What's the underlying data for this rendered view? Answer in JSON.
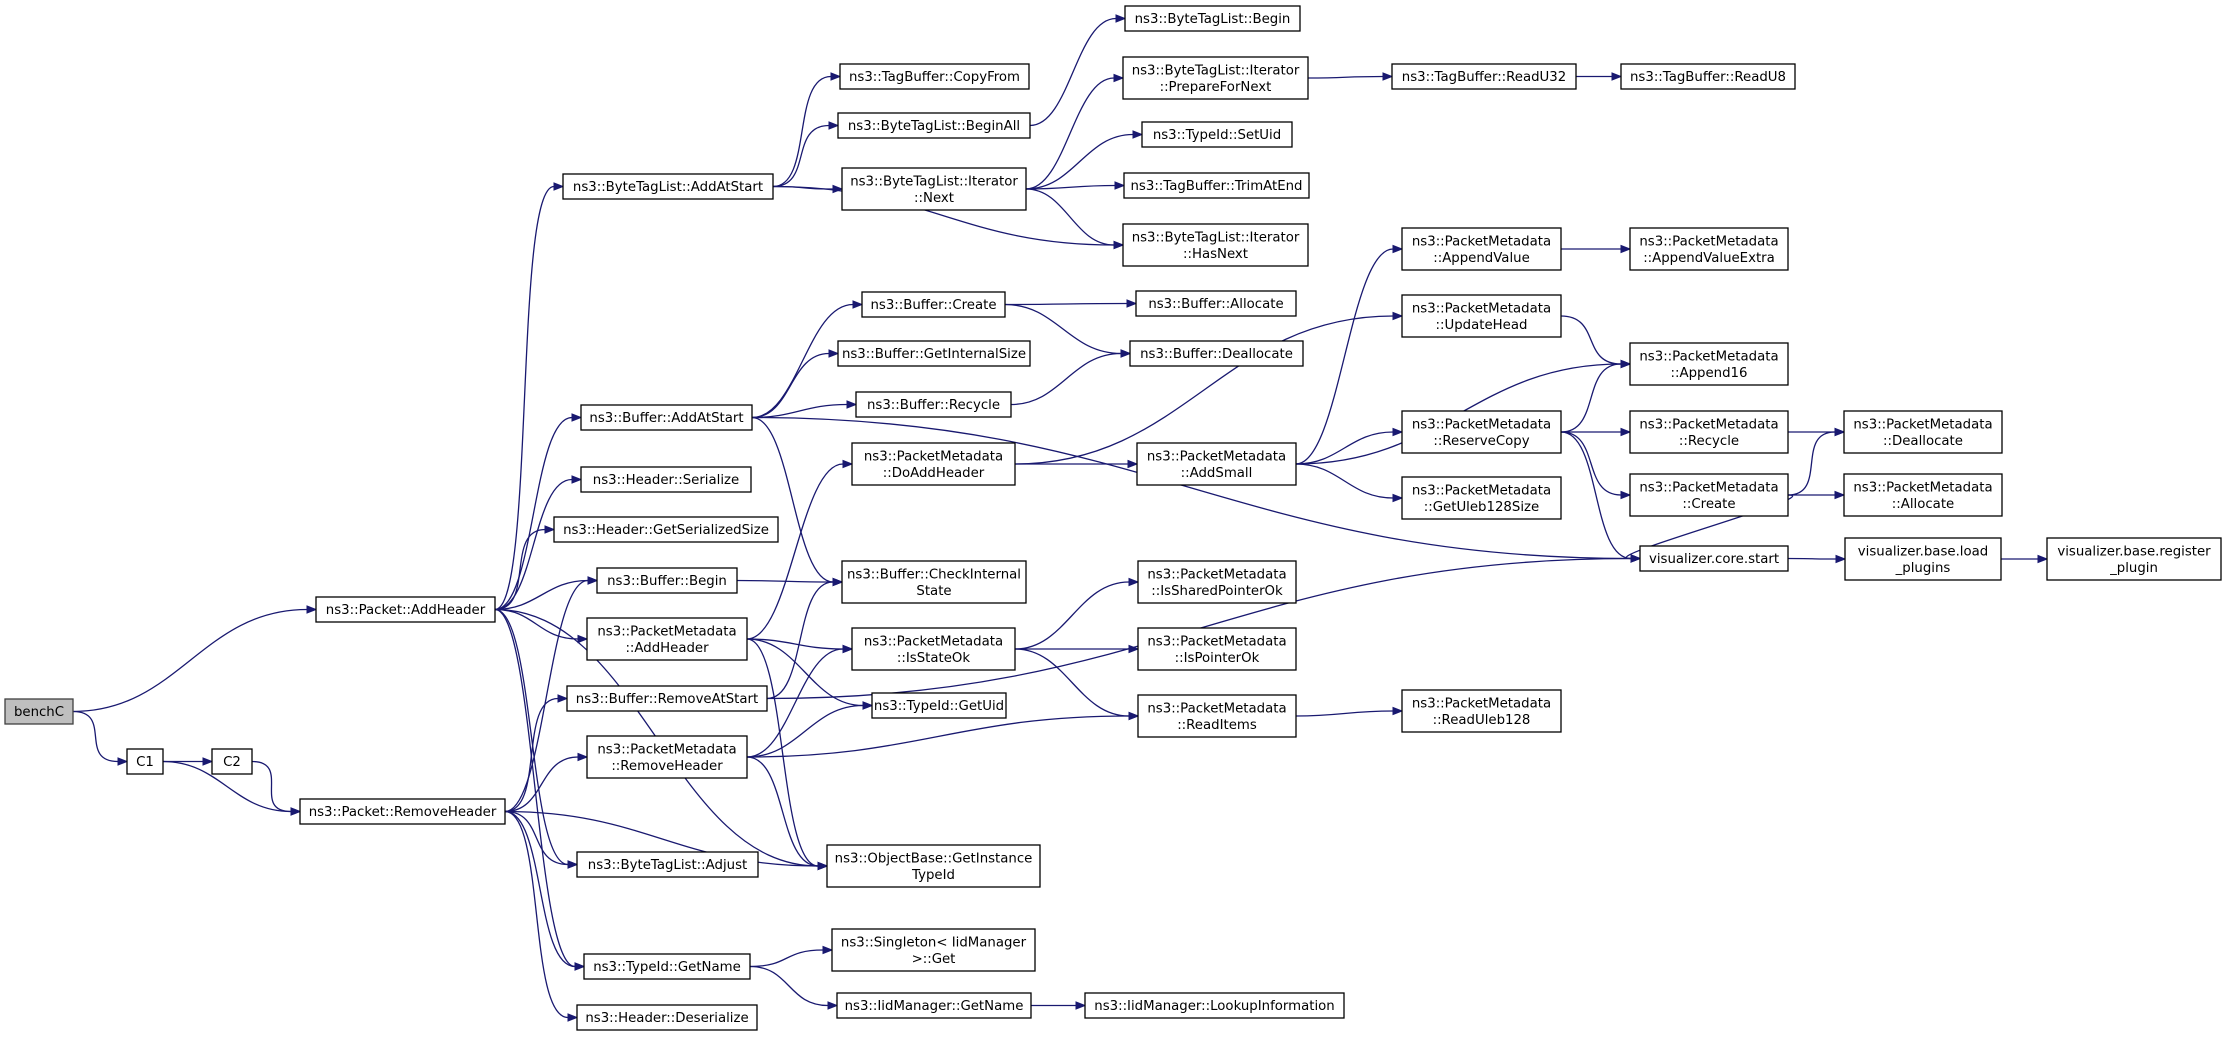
{
  "diagram": {
    "type": "call-graph",
    "colors": {
      "edge": "#191970",
      "root_fill": "#bfbfbf",
      "node_fill": "#ffffff"
    },
    "nodes": [
      {
        "id": "benchC",
        "lines": [
          "benchC"
        ],
        "root": true
      },
      {
        "id": "C1",
        "lines": [
          "C1"
        ]
      },
      {
        "id": "C2",
        "lines": [
          "C2"
        ]
      },
      {
        "id": "AddHeader",
        "lines": [
          "ns3::Packet::AddHeader"
        ]
      },
      {
        "id": "RemoveHeader",
        "lines": [
          "ns3::Packet::RemoveHeader"
        ]
      },
      {
        "id": "BTL_AddAtStart",
        "lines": [
          "ns3::ByteTagList::AddAtStart"
        ]
      },
      {
        "id": "Buf_AddAtStart",
        "lines": [
          "ns3::Buffer::AddAtStart"
        ]
      },
      {
        "id": "Hdr_Serialize",
        "lines": [
          "ns3::Header::Serialize"
        ]
      },
      {
        "id": "Hdr_GetSerSize",
        "lines": [
          "ns3::Header::GetSerializedSize"
        ]
      },
      {
        "id": "Buf_Begin",
        "lines": [
          "ns3::Buffer::Begin"
        ]
      },
      {
        "id": "PM_AddHeader",
        "lines": [
          "ns3::PacketMetadata",
          "::AddHeader"
        ]
      },
      {
        "id": "Buf_RemoveAtStart",
        "lines": [
          "ns3::Buffer::RemoveAtStart"
        ]
      },
      {
        "id": "PM_RemoveHeader",
        "lines": [
          "ns3::PacketMetadata",
          "::RemoveHeader"
        ]
      },
      {
        "id": "BTL_Adjust",
        "lines": [
          "ns3::ByteTagList::Adjust"
        ]
      },
      {
        "id": "TypeId_GetName",
        "lines": [
          "ns3::TypeId::GetName"
        ]
      },
      {
        "id": "Hdr_Deserialize",
        "lines": [
          "ns3::Header::Deserialize"
        ]
      },
      {
        "id": "TB_CopyFrom",
        "lines": [
          "ns3::TagBuffer::CopyFrom"
        ]
      },
      {
        "id": "BTL_BeginAll",
        "lines": [
          "ns3::ByteTagList::BeginAll"
        ]
      },
      {
        "id": "BTLI_Next",
        "lines": [
          "ns3::ByteTagList::Iterator",
          "::Next"
        ]
      },
      {
        "id": "Buf_Create",
        "lines": [
          "ns3::Buffer::Create"
        ]
      },
      {
        "id": "Buf_GetInternalSize",
        "lines": [
          "ns3::Buffer::GetInternalSize"
        ]
      },
      {
        "id": "Buf_Recycle",
        "lines": [
          "ns3::Buffer::Recycle"
        ]
      },
      {
        "id": "PM_DoAddHeader",
        "lines": [
          "ns3::PacketMetadata",
          "::DoAddHeader"
        ]
      },
      {
        "id": "Buf_CheckInternal",
        "lines": [
          "ns3::Buffer::CheckInternal",
          "State"
        ]
      },
      {
        "id": "PM_IsStateOk",
        "lines": [
          "ns3::PacketMetadata",
          "::IsStateOk"
        ]
      },
      {
        "id": "TypeId_GetUid",
        "lines": [
          "ns3::TypeId::GetUid"
        ]
      },
      {
        "id": "OB_GetInstanceTypeId",
        "lines": [
          "ns3::ObjectBase::GetInstance",
          "TypeId"
        ]
      },
      {
        "id": "Singleton_Get",
        "lines": [
          "ns3::Singleton< IidManager",
          " >::Get"
        ]
      },
      {
        "id": "IidMgr_GetName",
        "lines": [
          "ns3::IidManager::GetName"
        ]
      },
      {
        "id": "BTL_Begin",
        "lines": [
          "ns3::ByteTagList::Begin"
        ]
      },
      {
        "id": "BTLI_PrepareForNext",
        "lines": [
          "ns3::ByteTagList::Iterator",
          "::PrepareForNext"
        ]
      },
      {
        "id": "TypeId_SetUid",
        "lines": [
          "ns3::TypeId::SetUid"
        ]
      },
      {
        "id": "TB_TrimAtEnd",
        "lines": [
          "ns3::TagBuffer::TrimAtEnd"
        ]
      },
      {
        "id": "BTLI_HasNext",
        "lines": [
          "ns3::ByteTagList::Iterator",
          "::HasNext"
        ]
      },
      {
        "id": "Buf_Allocate",
        "lines": [
          "ns3::Buffer::Allocate"
        ]
      },
      {
        "id": "Buf_Deallocate",
        "lines": [
          "ns3::Buffer::Deallocate"
        ]
      },
      {
        "id": "PM_AddSmall",
        "lines": [
          "ns3::PacketMetadata",
          "::AddSmall"
        ]
      },
      {
        "id": "PM_IsSharedPointerOk",
        "lines": [
          "ns3::PacketMetadata",
          "::IsSharedPointerOk"
        ]
      },
      {
        "id": "PM_IsPointerOk",
        "lines": [
          "ns3::PacketMetadata",
          "::IsPointerOk"
        ]
      },
      {
        "id": "PM_ReadItems",
        "lines": [
          "ns3::PacketMetadata",
          "::ReadItems"
        ]
      },
      {
        "id": "IidMgr_LookupInfo",
        "lines": [
          "ns3::IidManager::LookupInformation"
        ]
      },
      {
        "id": "TB_ReadU32",
        "lines": [
          "ns3::TagBuffer::ReadU32"
        ]
      },
      {
        "id": "PM_AppendValue",
        "lines": [
          "ns3::PacketMetadata",
          "::AppendValue"
        ]
      },
      {
        "id": "PM_UpdateHead",
        "lines": [
          "ns3::PacketMetadata",
          "::UpdateHead"
        ]
      },
      {
        "id": "PM_ReserveCopy",
        "lines": [
          "ns3::PacketMetadata",
          "::ReserveCopy"
        ]
      },
      {
        "id": "PM_GetUleb128Size",
        "lines": [
          "ns3::PacketMetadata",
          "::GetUleb128Size"
        ]
      },
      {
        "id": "PM_ReadUleb128",
        "lines": [
          "ns3::PacketMetadata",
          "::ReadUleb128"
        ]
      },
      {
        "id": "TB_ReadU8",
        "lines": [
          "ns3::TagBuffer::ReadU8"
        ]
      },
      {
        "id": "PM_AppendValueExtra",
        "lines": [
          "ns3::PacketMetadata",
          "::AppendValueExtra"
        ]
      },
      {
        "id": "PM_Append16",
        "lines": [
          "ns3::PacketMetadata",
          "::Append16"
        ]
      },
      {
        "id": "PM_Recycle",
        "lines": [
          "ns3::PacketMetadata",
          "::Recycle"
        ]
      },
      {
        "id": "PM_Create",
        "lines": [
          "ns3::PacketMetadata",
          "::Create"
        ]
      },
      {
        "id": "viz_core_start",
        "lines": [
          "visualizer.core.start"
        ]
      },
      {
        "id": "PM_Deallocate",
        "lines": [
          "ns3::PacketMetadata",
          "::Deallocate"
        ]
      },
      {
        "id": "PM_Allocate",
        "lines": [
          "ns3::PacketMetadata",
          "::Allocate"
        ]
      },
      {
        "id": "viz_load_plugins",
        "lines": [
          "visualizer.base.load",
          "_plugins"
        ]
      },
      {
        "id": "viz_register_plugin",
        "lines": [
          "visualizer.base.register",
          "_plugin"
        ]
      }
    ],
    "edges": [
      [
        "benchC",
        "AddHeader"
      ],
      [
        "benchC",
        "C1"
      ],
      [
        "C1",
        "C2"
      ],
      [
        "C1",
        "RemoveHeader"
      ],
      [
        "C2",
        "RemoveHeader"
      ],
      [
        "AddHeader",
        "BTL_AddAtStart"
      ],
      [
        "AddHeader",
        "Buf_AddAtStart"
      ],
      [
        "AddHeader",
        "Hdr_Serialize"
      ],
      [
        "AddHeader",
        "Hdr_GetSerSize"
      ],
      [
        "AddHeader",
        "Buf_Begin"
      ],
      [
        "AddHeader",
        "PM_AddHeader"
      ],
      [
        "AddHeader",
        "BTL_Adjust"
      ],
      [
        "AddHeader",
        "TypeId_GetName"
      ],
      [
        "AddHeader",
        "OB_GetInstanceTypeId"
      ],
      [
        "RemoveHeader",
        "Buf_Begin"
      ],
      [
        "RemoveHeader",
        "Buf_RemoveAtStart"
      ],
      [
        "RemoveHeader",
        "PM_RemoveHeader"
      ],
      [
        "RemoveHeader",
        "BTL_Adjust"
      ],
      [
        "RemoveHeader",
        "OB_GetInstanceTypeId"
      ],
      [
        "RemoveHeader",
        "TypeId_GetName"
      ],
      [
        "RemoveHeader",
        "Hdr_Deserialize"
      ],
      [
        "BTL_AddAtStart",
        "TB_CopyFrom"
      ],
      [
        "BTL_AddAtStart",
        "BTL_BeginAll"
      ],
      [
        "BTL_AddAtStart",
        "BTLI_Next"
      ],
      [
        "BTL_AddAtStart",
        "BTLI_HasNext"
      ],
      [
        "BTL_BeginAll",
        "BTL_Begin"
      ],
      [
        "BTLI_Next",
        "BTLI_PrepareForNext"
      ],
      [
        "BTLI_Next",
        "TypeId_SetUid"
      ],
      [
        "BTLI_Next",
        "TB_TrimAtEnd"
      ],
      [
        "BTLI_Next",
        "BTLI_HasNext"
      ],
      [
        "BTLI_PrepareForNext",
        "TB_ReadU32"
      ],
      [
        "TB_ReadU32",
        "TB_ReadU8"
      ],
      [
        "Buf_AddAtStart",
        "Buf_Create"
      ],
      [
        "Buf_AddAtStart",
        "Buf_GetInternalSize"
      ],
      [
        "Buf_AddAtStart",
        "Buf_Recycle"
      ],
      [
        "Buf_AddAtStart",
        "Buf_CheckInternal"
      ],
      [
        "Buf_AddAtStart",
        "viz_core_start"
      ],
      [
        "Buf_Create",
        "Buf_Allocate"
      ],
      [
        "Buf_Create",
        "Buf_Deallocate"
      ],
      [
        "Buf_Recycle",
        "Buf_Deallocate"
      ],
      [
        "Buf_Begin",
        "Buf_CheckInternal"
      ],
      [
        "PM_AddHeader",
        "PM_DoAddHeader"
      ],
      [
        "PM_AddHeader",
        "PM_IsStateOk"
      ],
      [
        "PM_AddHeader",
        "TypeId_GetUid"
      ],
      [
        "PM_AddHeader",
        "OB_GetInstanceTypeId"
      ],
      [
        "Buf_RemoveAtStart",
        "Buf_CheckInternal"
      ],
      [
        "Buf_RemoveAtStart",
        "viz_core_start"
      ],
      [
        "PM_RemoveHeader",
        "PM_IsStateOk"
      ],
      [
        "PM_RemoveHeader",
        "TypeId_GetUid"
      ],
      [
        "PM_RemoveHeader",
        "PM_ReadItems"
      ],
      [
        "PM_RemoveHeader",
        "OB_GetInstanceTypeId"
      ],
      [
        "PM_DoAddHeader",
        "PM_AddSmall"
      ],
      [
        "PM_DoAddHeader",
        "PM_UpdateHead"
      ],
      [
        "PM_IsStateOk",
        "PM_IsSharedPointerOk"
      ],
      [
        "PM_IsStateOk",
        "PM_IsPointerOk"
      ],
      [
        "PM_IsStateOk",
        "PM_ReadItems"
      ],
      [
        "PM_ReadItems",
        "PM_ReadUleb128"
      ],
      [
        "TypeId_GetName",
        "Singleton_Get"
      ],
      [
        "TypeId_GetName",
        "IidMgr_GetName"
      ],
      [
        "IidMgr_GetName",
        "IidMgr_LookupInfo"
      ],
      [
        "PM_AddSmall",
        "PM_AppendValue"
      ],
      [
        "PM_AddSmall",
        "PM_Append16"
      ],
      [
        "PM_AddSmall",
        "PM_ReserveCopy"
      ],
      [
        "PM_AddSmall",
        "PM_GetUleb128Size"
      ],
      [
        "PM_AppendValue",
        "PM_AppendValueExtra"
      ],
      [
        "PM_UpdateHead",
        "PM_Append16"
      ],
      [
        "PM_ReserveCopy",
        "PM_Append16"
      ],
      [
        "PM_ReserveCopy",
        "PM_Recycle"
      ],
      [
        "PM_ReserveCopy",
        "PM_Create"
      ],
      [
        "PM_ReserveCopy",
        "viz_core_start"
      ],
      [
        "PM_Recycle",
        "PM_Deallocate"
      ],
      [
        "PM_Create",
        "PM_Deallocate"
      ],
      [
        "PM_Create",
        "PM_Allocate"
      ],
      [
        "PM_Create",
        "viz_core_start"
      ],
      [
        "viz_core_start",
        "viz_load_plugins"
      ],
      [
        "viz_load_plugins",
        "viz_register_plugin"
      ]
    ]
  }
}
